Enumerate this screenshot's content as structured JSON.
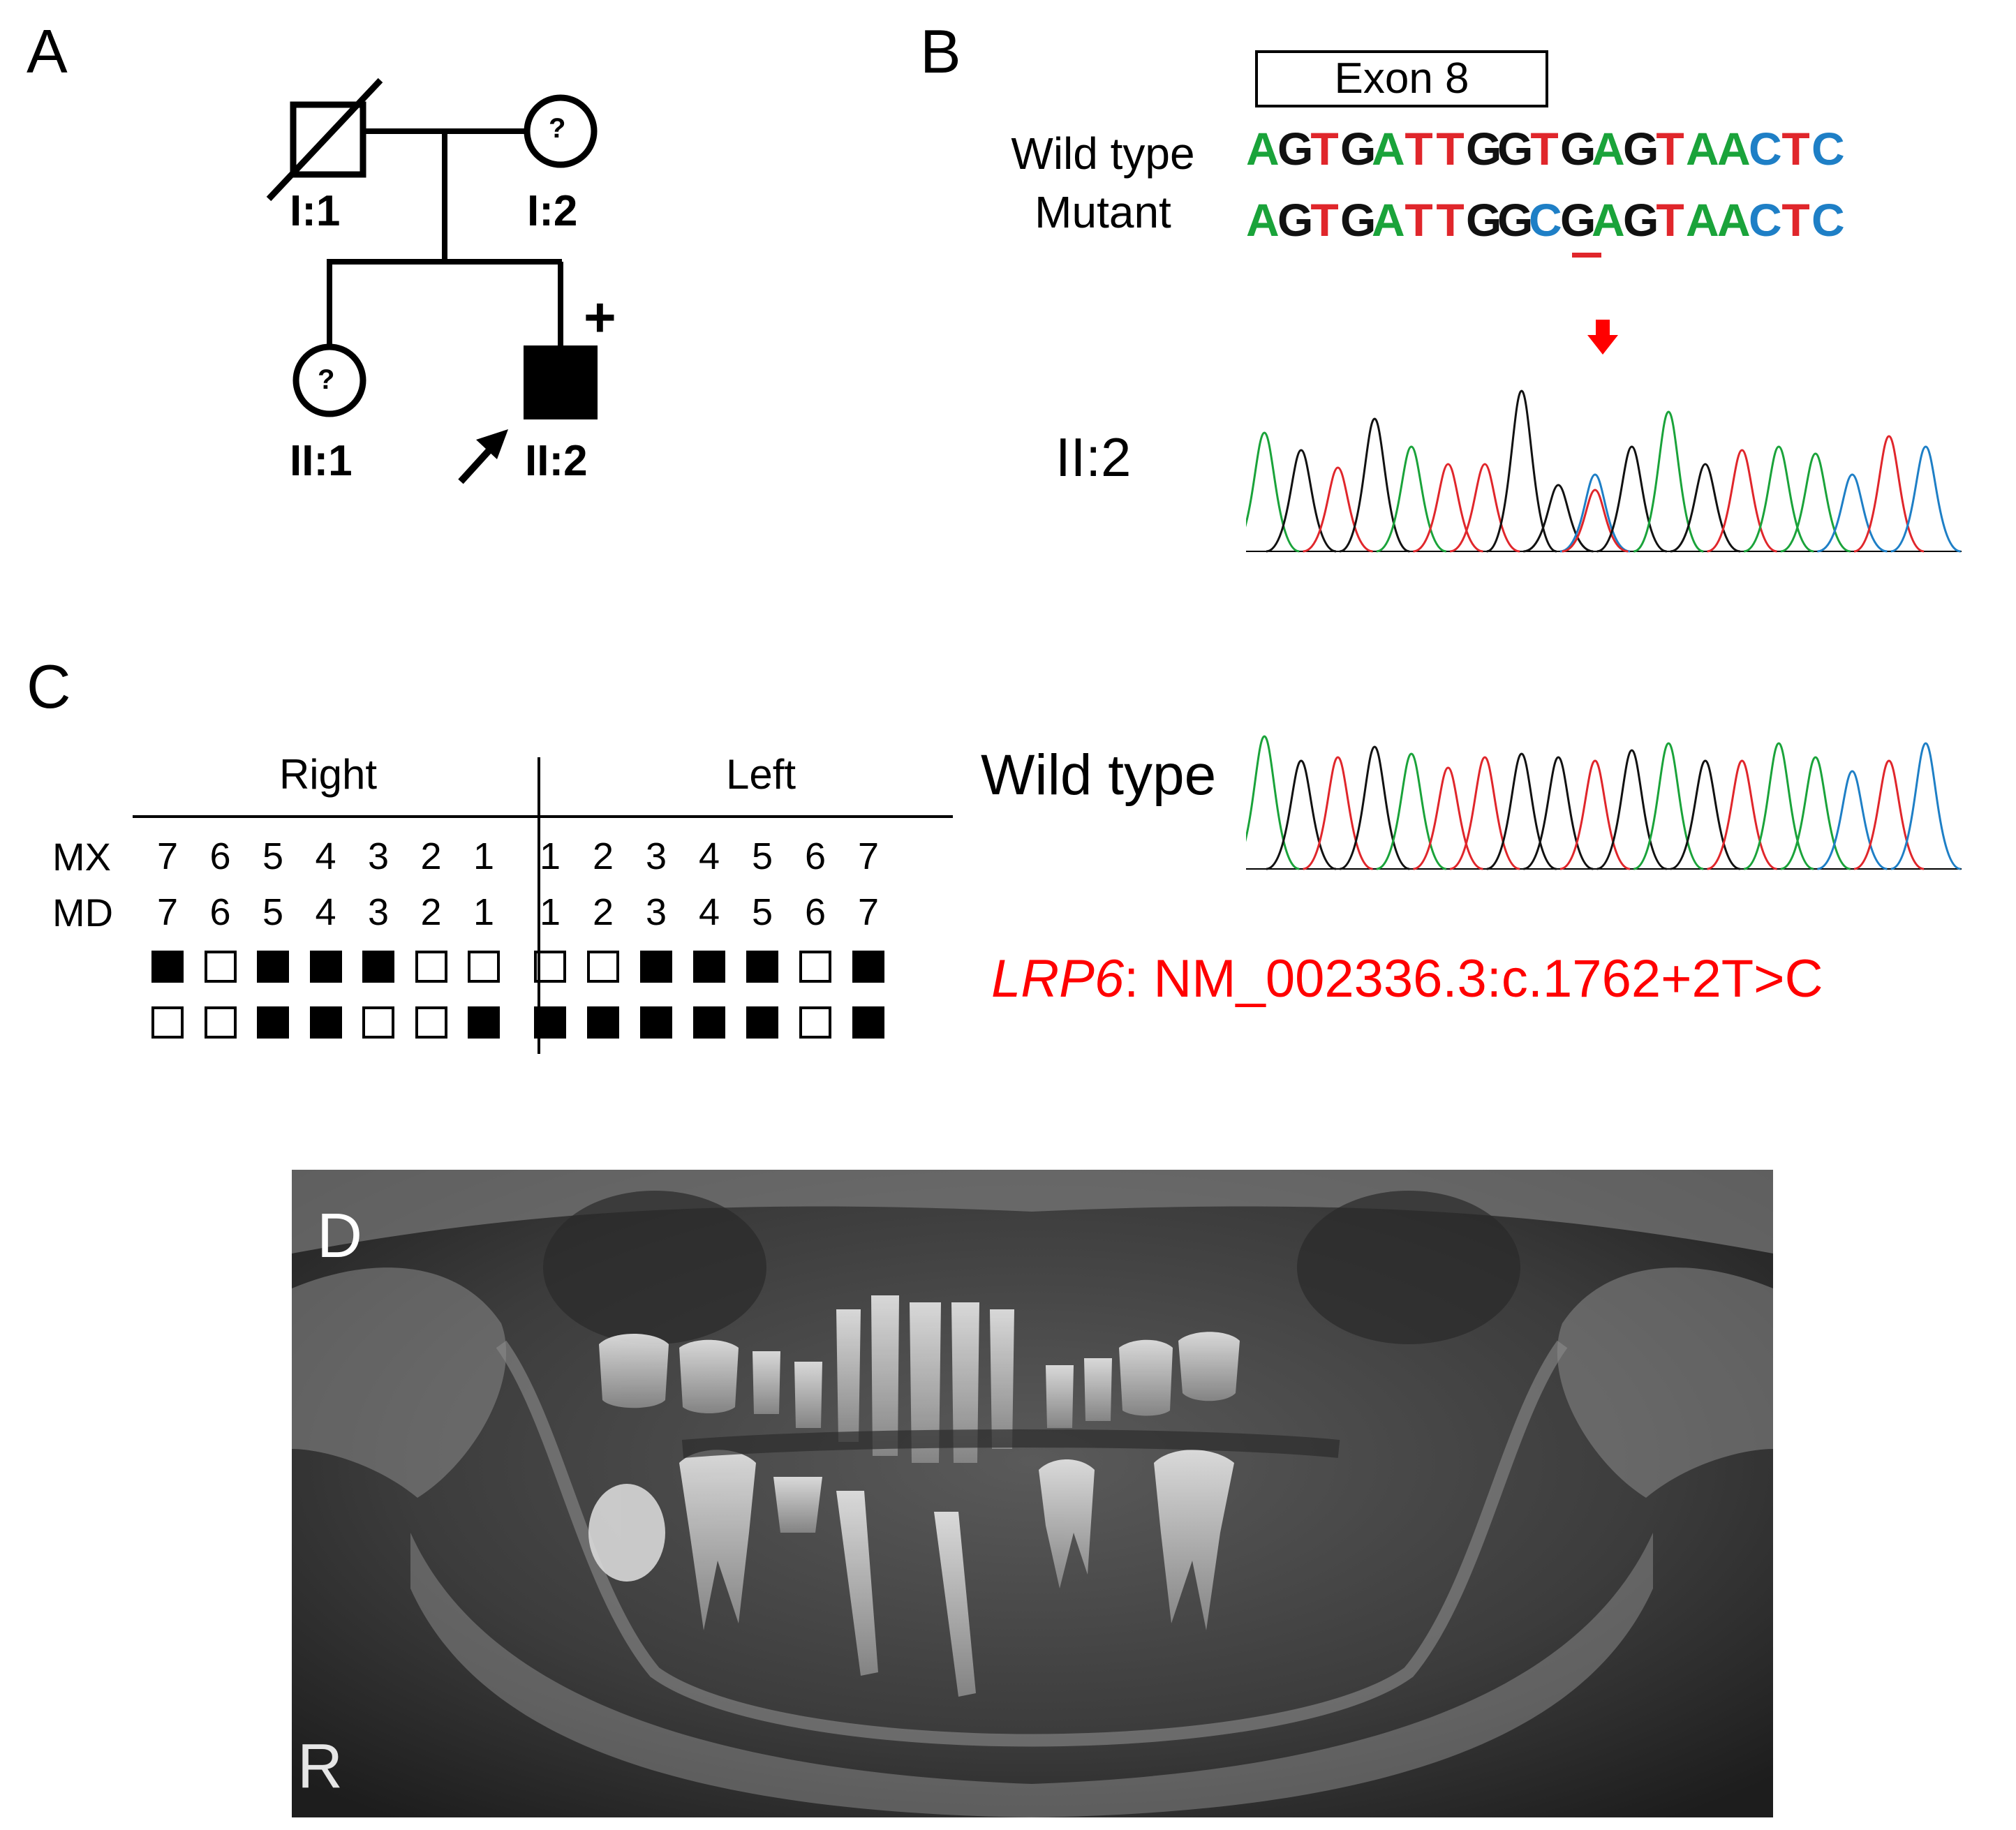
{
  "panels": {
    "a": "A",
    "b": "B",
    "c": "C",
    "d": "D"
  },
  "pedigree": {
    "labels": [
      "I:1",
      "I:2",
      "II:1",
      "II:2"
    ],
    "unknown_mark": "?",
    "carrier_mark": "+"
  },
  "sequence": {
    "exon_label": "Exon 8",
    "wild_label": "Wild type",
    "mutant_label": "Mutant",
    "wild_seq": [
      "A",
      "G",
      "T",
      "G",
      "A",
      "T",
      "T",
      "G",
      "G",
      "T",
      "G",
      "A",
      "G",
      "T",
      "A",
      "A",
      "C",
      "T",
      "C"
    ],
    "mutant_seq": [
      "A",
      "G",
      "T",
      "G",
      "A",
      "T",
      "T",
      "G",
      "G",
      "C",
      "G",
      "A",
      "G",
      "T",
      "A",
      "A",
      "C",
      "T",
      "C"
    ],
    "colors": {
      "A": "#1aa33a",
      "G": "#111111",
      "T": "#e0262b",
      "C": "#1e7fc6"
    },
    "sample_label": "II:2",
    "wild_trace_label": "Wild type",
    "mutation_text_gene": "LRP6",
    "mutation_text_rest": ": NM_002336.3:c.1762+2T>C",
    "mutation_color": "#ff0000"
  },
  "dental": {
    "right_label": "Right",
    "left_label": "Left",
    "row_labels": [
      "MX",
      "MD"
    ],
    "right_numbers": [
      "7",
      "6",
      "5",
      "4",
      "3",
      "2",
      "1"
    ],
    "left_numbers": [
      "1",
      "2",
      "3",
      "4",
      "5",
      "6",
      "7"
    ],
    "mx_missing": [
      true,
      false,
      true,
      true,
      true,
      false,
      false,
      false,
      false,
      true,
      true,
      true,
      false,
      true
    ],
    "md_missing": [
      false,
      false,
      true,
      true,
      false,
      false,
      true,
      true,
      true,
      true,
      true,
      true,
      false,
      true
    ]
  },
  "xray": {
    "side_marker": "R"
  }
}
